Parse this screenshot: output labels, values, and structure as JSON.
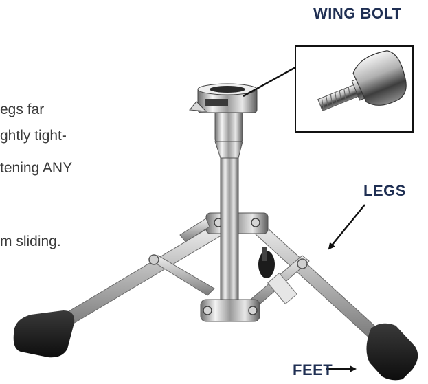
{
  "instructions": {
    "lines": [
      "egs far",
      "ghtly tight-",
      "tening ANY",
      "m sliding."
    ]
  },
  "callouts": {
    "wing_bolt": "WING BOLT",
    "legs": "LEGS",
    "feet": "FEET"
  },
  "colors": {
    "callout_text": "#1f2f53",
    "body_text": "#3b3b3b",
    "chrome_light": "#f2f2f2",
    "chrome_dark": "#5a5a5a",
    "rubber_feet": "#1a1a1a"
  },
  "icons": {
    "wing_bolt": "wing-bolt-icon",
    "stand": "snare-stand-illustration"
  }
}
